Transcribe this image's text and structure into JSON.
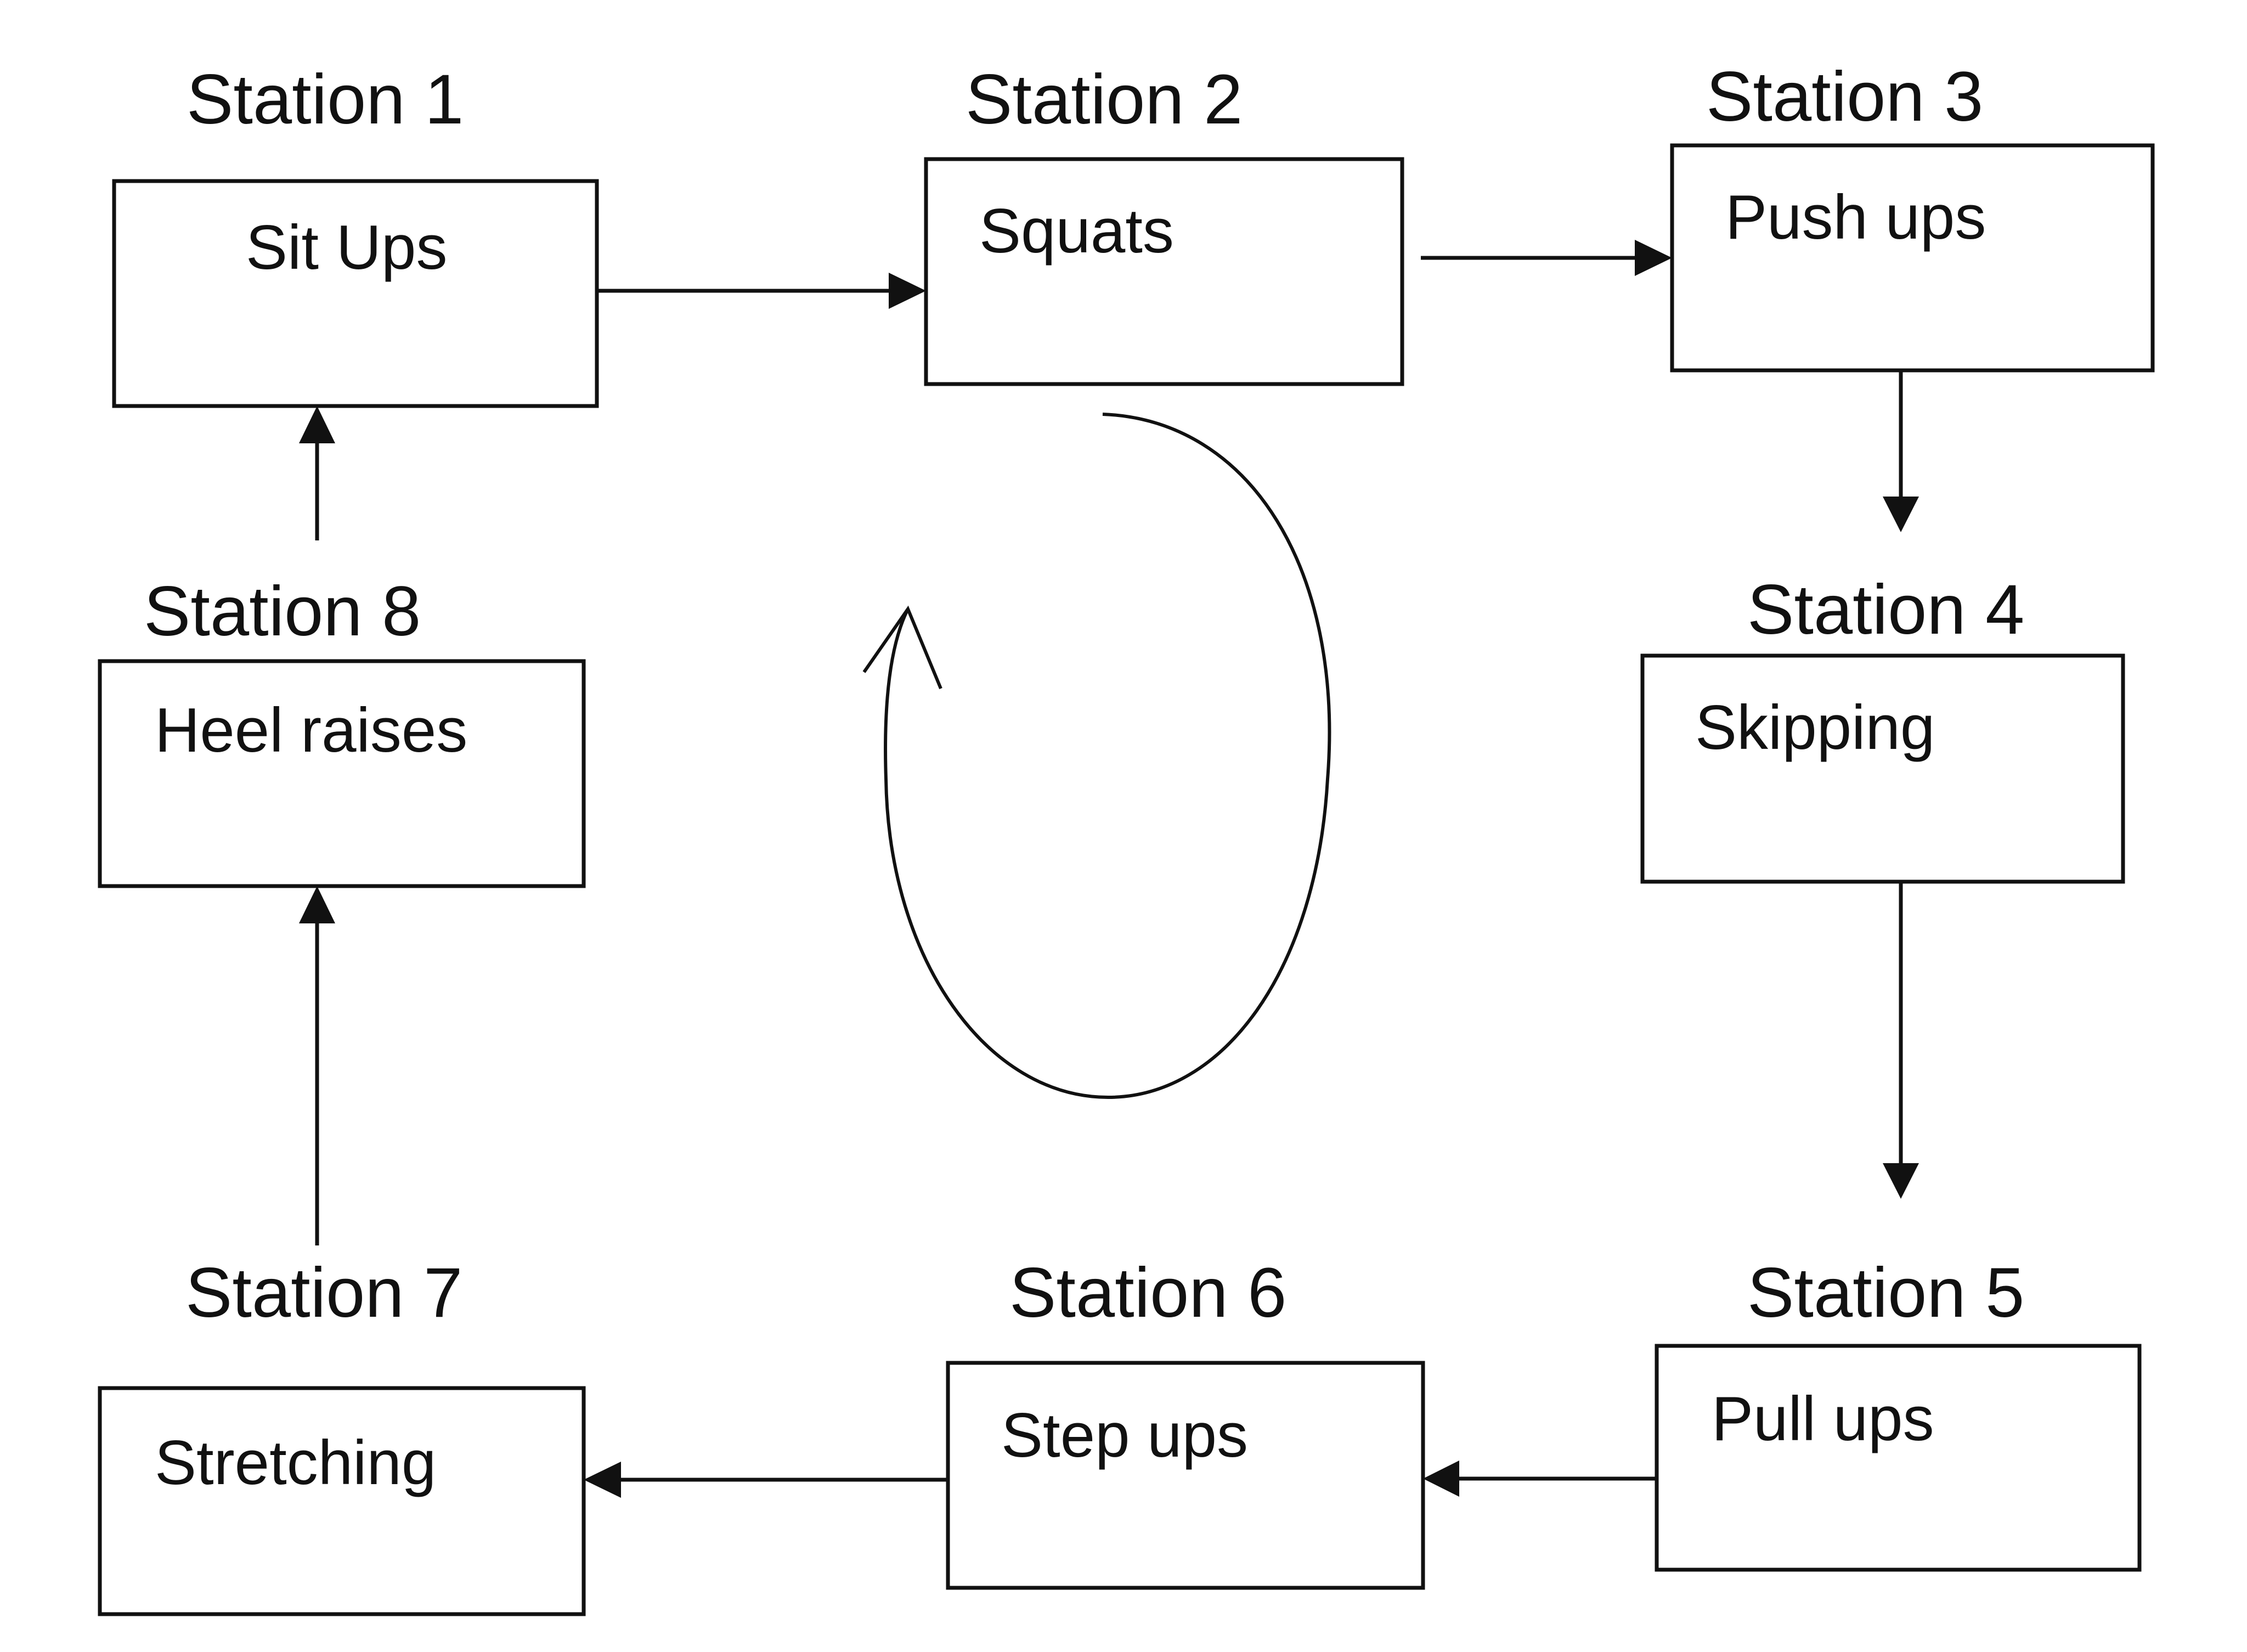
{
  "stations": [
    {
      "title": "Station 1",
      "activity": "Sit Ups"
    },
    {
      "title": "Station 2",
      "activity": "Squats"
    },
    {
      "title": "Station 3",
      "activity": "Push ups"
    },
    {
      "title": "Station 4",
      "activity": "Skipping"
    },
    {
      "title": "Station 5",
      "activity": "Pull ups"
    },
    {
      "title": "Station 6",
      "activity": "Step ups"
    },
    {
      "title": "Station 7",
      "activity": "Stretching"
    },
    {
      "title": "Station 8",
      "activity": "Heel raises"
    }
  ],
  "flow": [
    [
      1,
      2
    ],
    [
      2,
      3
    ],
    [
      3,
      4
    ],
    [
      4,
      5
    ],
    [
      5,
      6
    ],
    [
      6,
      7
    ],
    [
      7,
      8
    ],
    [
      8,
      1
    ]
  ],
  "colors": {
    "ink": "#111111",
    "background": "#ffffff"
  },
  "icons": {
    "cycle": "clockwise-cycle-arrow-icon"
  }
}
